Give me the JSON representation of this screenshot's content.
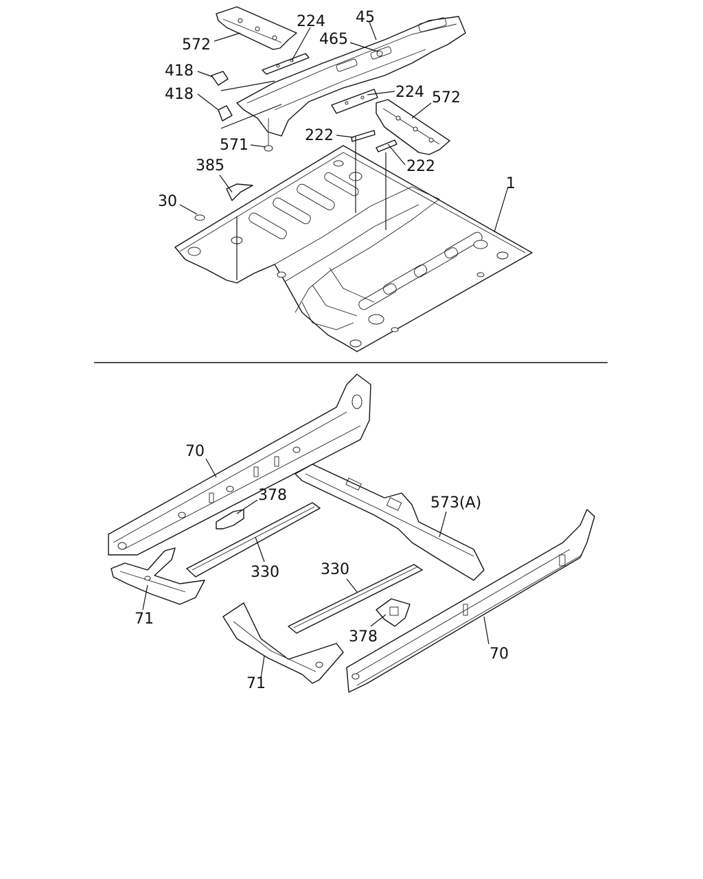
{
  "callouts": {
    "c572a": "572",
    "c224a": "224",
    "c45": "45",
    "c465": "465",
    "c418a": "418",
    "c418b": "418",
    "c224b": "224",
    "c572b": "572",
    "c222a": "222",
    "c571": "571",
    "c222b": "222",
    "c385": "385",
    "c30": "30",
    "c1": "1",
    "c70a": "70",
    "c378a": "378",
    "c573": "573(A)",
    "c330a": "330",
    "c330b": "330",
    "c71a": "71",
    "c378b": "378",
    "c70b": "70",
    "c71b": "71"
  }
}
